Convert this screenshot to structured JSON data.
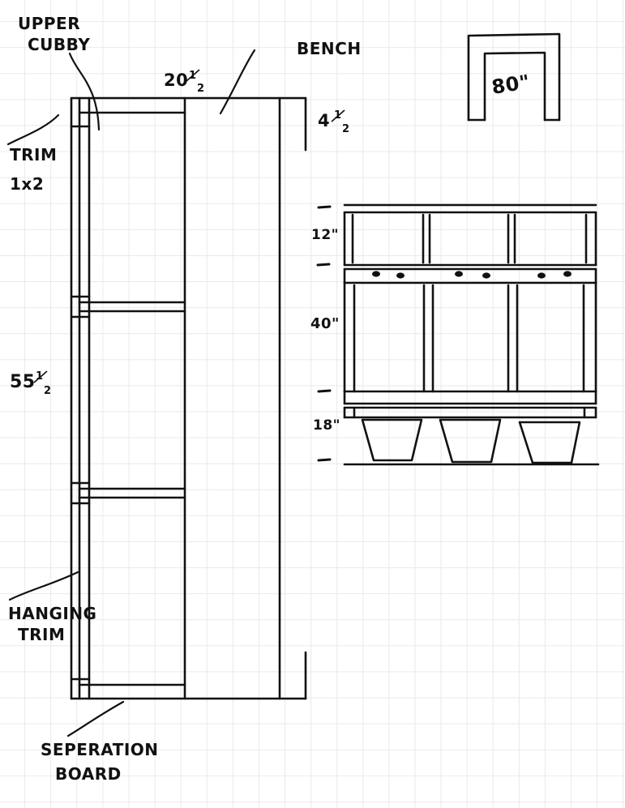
{
  "sheet": {
    "title": "Mudroom locker / bench construction sketch",
    "paper": "graph-paper",
    "ink_color": "#111111",
    "grid_color": "#e9e9ea",
    "background_color": "#ffffff"
  },
  "annotations": {
    "upper_cubby": "UPPER\nCUBBY",
    "upper_cubby_line1": "UPPER",
    "upper_cubby_line2": "CUBBY",
    "trim_line1": "TRIM",
    "trim_line2": "1x2",
    "bench": "BENCH",
    "hanging_trim_line1": "HANGING",
    "hanging_trim_line2": "TRIM",
    "separation_board_line1": "SEPERATION",
    "separation_board_line2": "BOARD"
  },
  "dimensions": {
    "side_depth_whole": "20",
    "side_depth_num": "1",
    "side_depth_den": "2",
    "bench_thickness_whole": "4",
    "bench_thickness_num": "1",
    "bench_thickness_den": "2",
    "side_height_whole": "55",
    "side_height_num": "1",
    "side_height_den": "2",
    "plan_width": "80\"",
    "elev_upper_cubby": "12\"",
    "elev_hanging": "40\"",
    "elev_bench_to_floor": "18\""
  },
  "views": {
    "side_section": {
      "name": "side-section-view",
      "labels": [
        "UPPER CUBBY",
        "TRIM 1x2",
        "HANGING TRIM",
        "SEPERATION BOARD",
        "BENCH"
      ]
    },
    "plan": {
      "name": "plan-view",
      "label": "80\""
    },
    "front_elevation": {
      "name": "front-elevation-view",
      "bays": 3,
      "hooks_per_bay": 2,
      "hooks_total": 6,
      "baskets": 3,
      "dimension_stack": [
        "12\"",
        "40\"",
        "18\""
      ]
    }
  }
}
